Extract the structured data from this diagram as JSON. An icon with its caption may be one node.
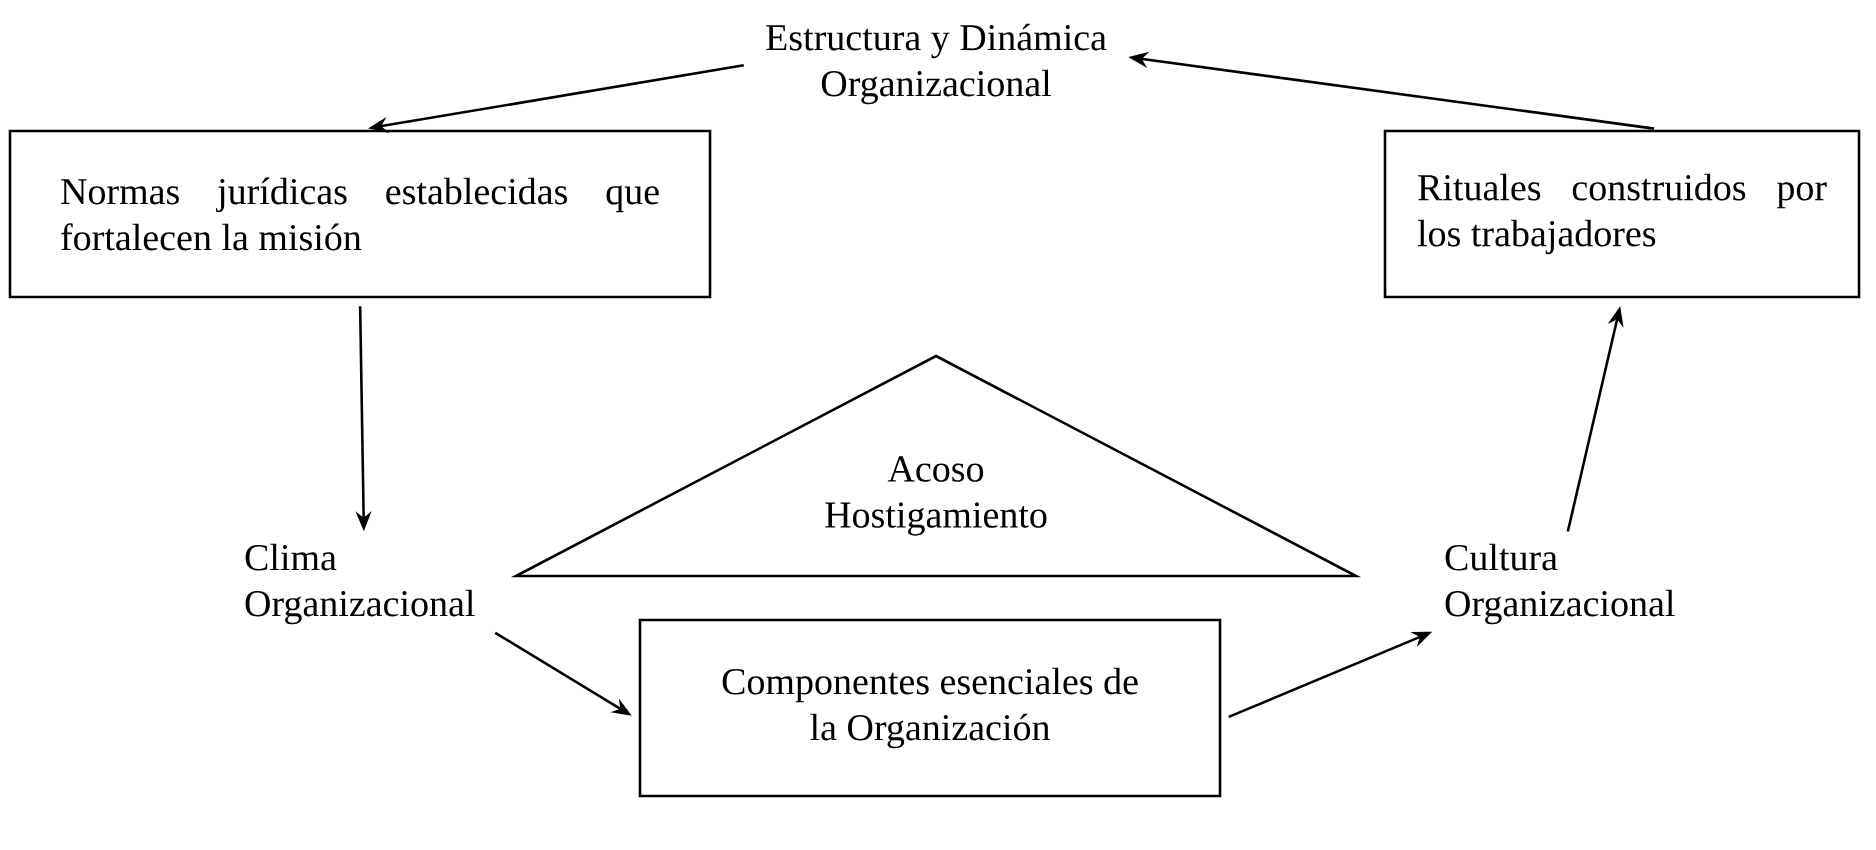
{
  "diagram": {
    "nodes": [
      {
        "text": [
          "Estructura y Dinámica Organizacional"
        ]
      },
      {
        "text": [
          "Normas jurídicas establecidas que fortalecen la misión"
        ]
      },
      {
        "text": [
          "Rituales construidos por los trabajadores"
        ]
      },
      {
        "text": [
          "Acoso Hostigamiento"
        ]
      },
      {
        "text": [
          "Clima Organizacional"
        ]
      },
      {
        "text": [
          "Componentes esenciales de la Organización"
        ]
      },
      {
        "text": [
          "Cultura Organizacional"
        ]
      }
    ],
    "edges": [
      {
        "from": 0,
        "to": 1,
        "arrow": "to"
      },
      {
        "from": 1,
        "to": 4,
        "arrow": "to"
      },
      {
        "from": 4,
        "to": 5,
        "arrow": "to"
      },
      {
        "from": 5,
        "to": 6,
        "arrow": "to"
      },
      {
        "from": 6,
        "to": 2,
        "arrow": "to"
      },
      {
        "from": 2,
        "to": 0,
        "arrow": "to"
      }
    ]
  }
}
